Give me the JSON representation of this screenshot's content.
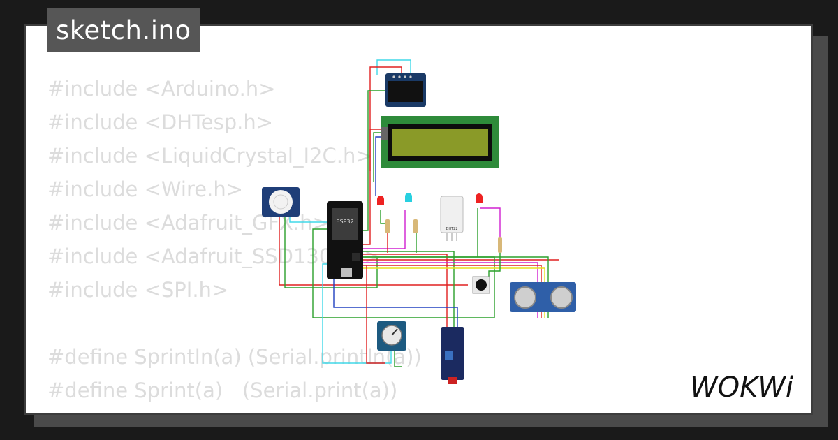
{
  "header": {
    "title": "sketch.ino"
  },
  "code_lines": [
    "#include <Arduino.h>",
    "#include <DHTesp.h>",
    "#include <LiquidCrystal_I2C.h>",
    "#include <Wire.h>",
    "#include <Adafruit_GFX.h>",
    "#include <Adafruit_SSD1306.h>",
    "#include <SPI.h>",
    "",
    "#define Sprintln(a) (Serial.println(a))",
    "#define Sprint(a)   (Serial.print(a))"
  ],
  "diagram": {
    "mcu_label": "ESP32",
    "sensor_label": "DHT22"
  },
  "brand": {
    "logo": "WOKWi"
  },
  "colors": {
    "background": "#1a1a1a",
    "card": "#ffffff",
    "tag": "#565656",
    "code_text": "#dcdcdc",
    "lcd_green": "#2e8b3a",
    "wire_red": "#e02020",
    "wire_green": "#2aa02a",
    "wire_cyan": "#40d8e8",
    "wire_blue": "#2040c0",
    "wire_magenta": "#d020d0",
    "wire_yellow": "#e8e020"
  }
}
